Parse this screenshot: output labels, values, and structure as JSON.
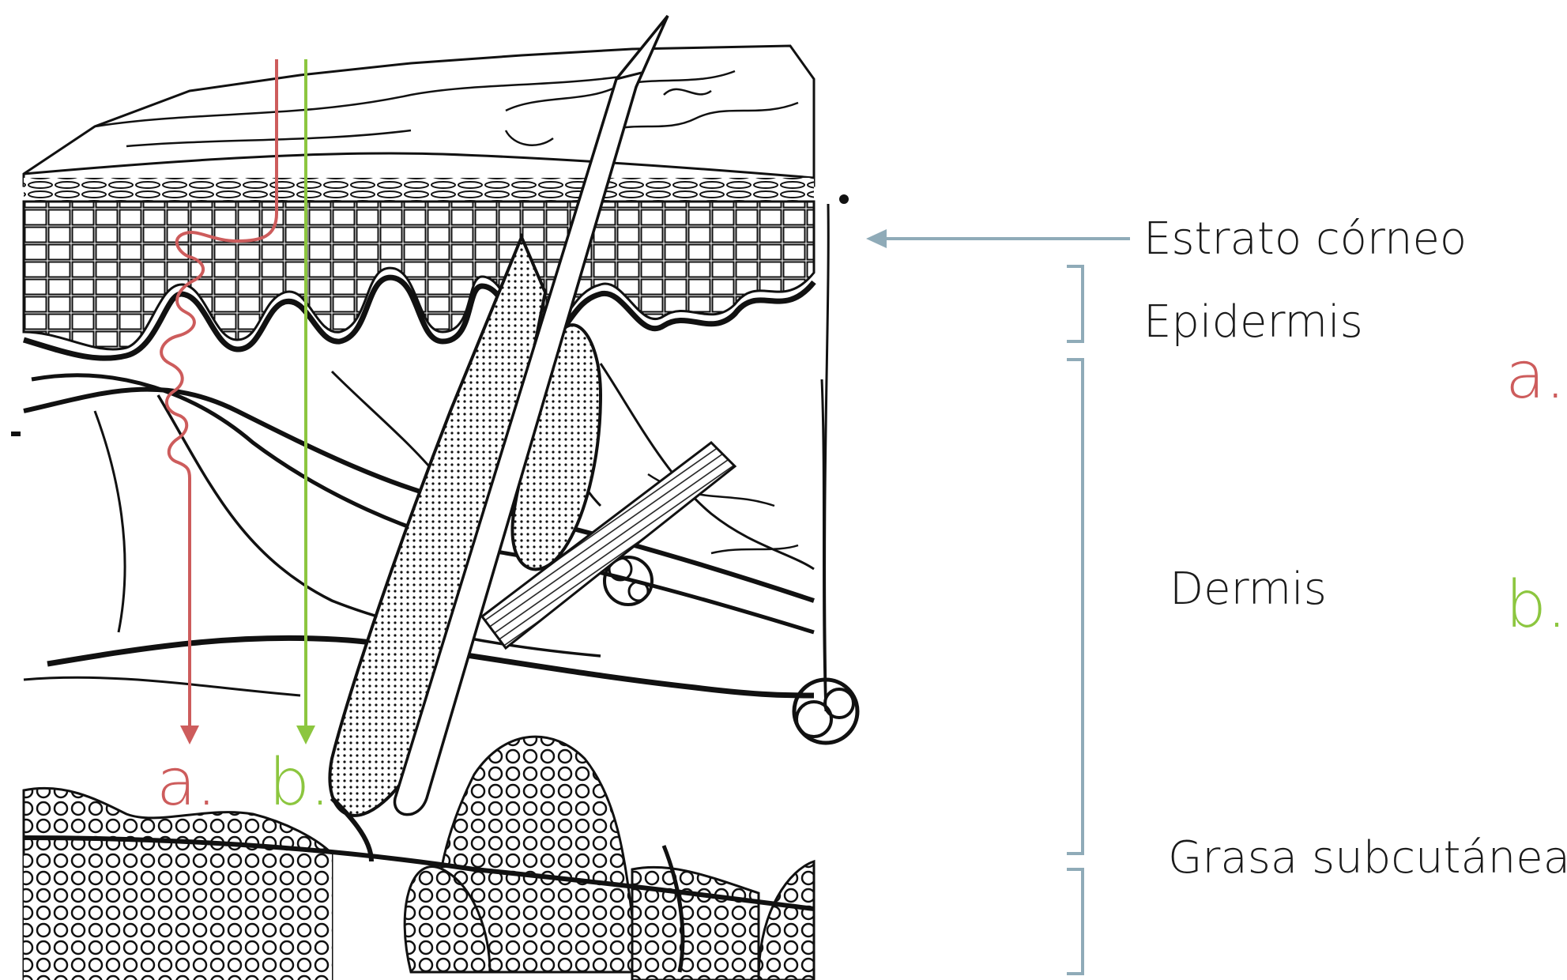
{
  "labels": {
    "stratum_corneum": "Estrato córneo",
    "epidermis": "Epidermis",
    "dermis": "Dermis",
    "subcutaneous_fat": "Grasa subcutánea"
  },
  "pathways": {
    "a": {
      "label": "a.",
      "color": "#cd5c5c"
    },
    "b": {
      "label": "b.",
      "color": "#8cc63f"
    }
  },
  "colors": {
    "bracket": "#8fabb8",
    "ink": "#111111"
  }
}
